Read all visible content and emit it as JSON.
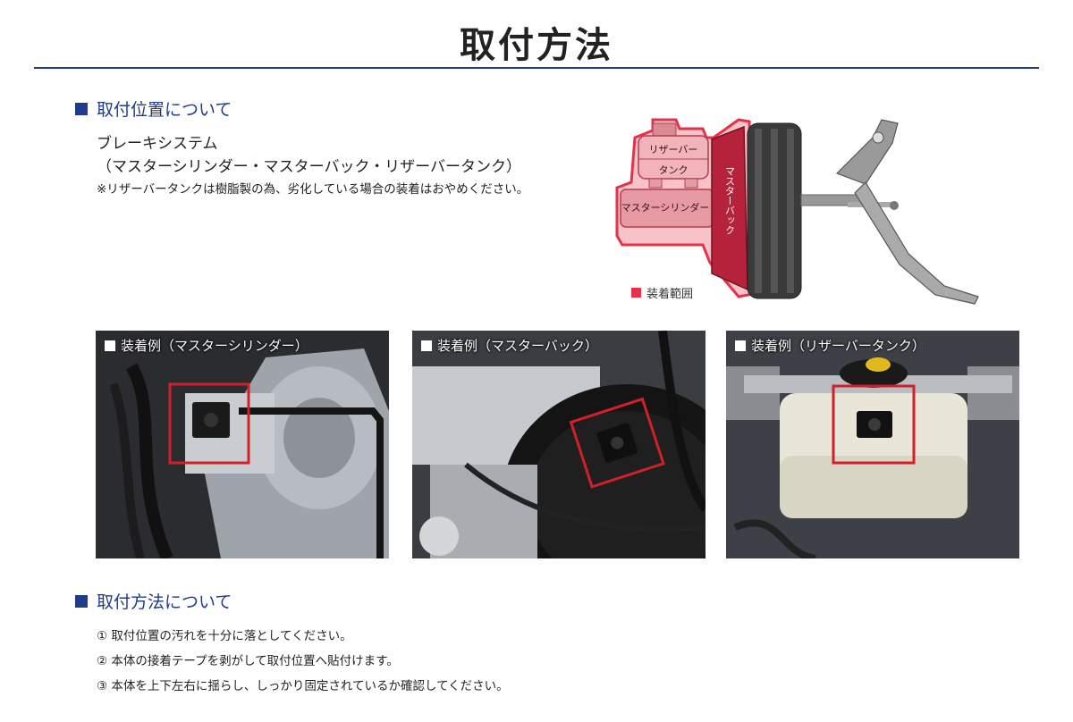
{
  "title": "取付方法",
  "section_position": {
    "heading": "取付位置について",
    "line1": "ブレーキシステム",
    "line2": "（マスターシリンダー・マスターバック・リザーバータンク）",
    "note": "※リザーバータンクは樹脂製の為、劣化している場合の装着はおやめください。"
  },
  "diagram": {
    "reservoir_label": "リザーバー",
    "tank_label": "タンク",
    "master_cylinder_label": "マスターシリンダー",
    "master_back_label": "マスターバック",
    "legend": "装着範囲",
    "highlight_color": "#e4324a"
  },
  "photos": [
    {
      "label": "装着例（マスターシリンダー）"
    },
    {
      "label": "装着例（マスターバック）"
    },
    {
      "label": "装着例（リザーバータンク）"
    }
  ],
  "section_method": {
    "heading": "取付方法について",
    "steps": [
      "① 取付位置の汚れを十分に落としてください。",
      "② 本体の接着テープを剥がして取付位置へ貼付けます。",
      "③ 本体を上下左右に揺らし、しっかり固定されているか確認してください。"
    ]
  },
  "colors": {
    "accent": "#1f3c8c",
    "highlight": "#e4324a",
    "frame": "#d0202a"
  }
}
